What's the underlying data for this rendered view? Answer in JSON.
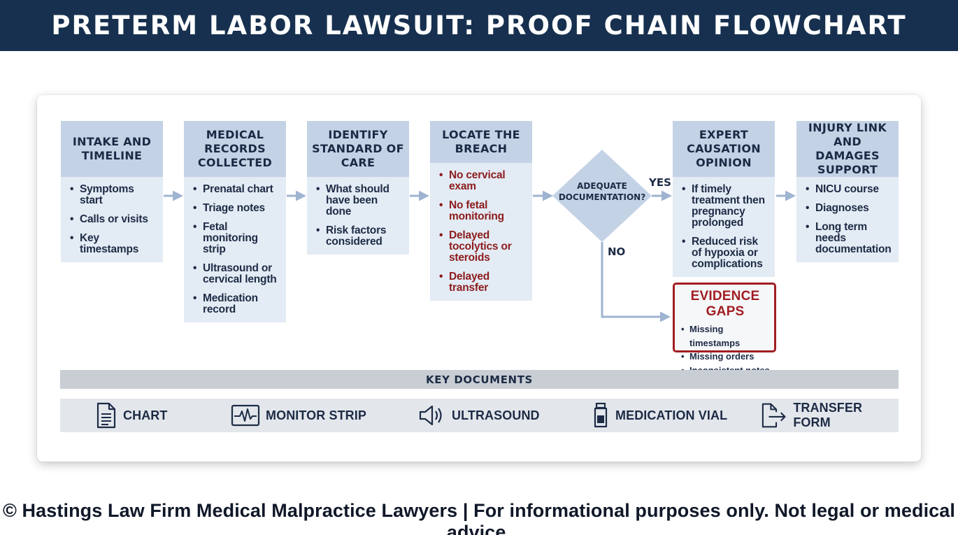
{
  "header": {
    "title": "PRETERM LABOR LAWSUIT: PROOF CHAIN FLOWCHART"
  },
  "steps": [
    {
      "title": "INTAKE AND TIMELINE",
      "items": [
        "Symptoms start",
        "Calls or visits",
        "Key timestamps"
      ]
    },
    {
      "title": "MEDICAL RECORDS COLLECTED",
      "items": [
        "Prenatal chart",
        "Triage notes",
        "Fetal monitoring strip",
        "Ultrasound or cervical length",
        "Medication record"
      ]
    },
    {
      "title": "IDENTIFY STANDARD OF CARE",
      "items": [
        "What should have been done",
        "Risk factors considered"
      ]
    },
    {
      "title": "LOCATE THE BREACH",
      "items": [
        "No cervical exam",
        "No fetal monitoring",
        "Delayed tocolytics or steroids",
        "Delayed transfer"
      ]
    },
    {
      "title": "EXPERT CAUSATION OPINION",
      "items": [
        "If timely treatment then pregnancy prolonged",
        "Reduced risk of hypoxia or complications"
      ]
    },
    {
      "title": "INJURY LINK AND DAMAGES SUPPORT",
      "items": [
        "NICU course",
        "Diagnoses",
        "Long term needs documentation"
      ]
    }
  ],
  "decision": {
    "question": "ADEQUATE DOCUMENTATION?",
    "yes": "YES",
    "no": "NO"
  },
  "evidence_gaps": {
    "title": "EVIDENCE GAPS",
    "items": [
      "Missing timestamps",
      "Missing orders",
      "Inconsistent notes"
    ]
  },
  "key_documents": {
    "title": "KEY DOCUMENTS",
    "items": [
      {
        "label": "CHART",
        "icon": "chart-document-icon"
      },
      {
        "label": "MONITOR STRIP",
        "icon": "monitor-strip-icon"
      },
      {
        "label": "ULTRASOUND",
        "icon": "ultrasound-icon"
      },
      {
        "label": "MEDICATION VIAL",
        "icon": "medication-vial-icon"
      },
      {
        "label": "TRANSFER FORM",
        "icon": "transfer-form-icon"
      }
    ]
  },
  "colors": {
    "header_bg": "#17304f",
    "step_head": "#c4d2e6",
    "step_body": "#e3ebf4",
    "breach_text": "#8c1c1c",
    "gaps_border": "#a11e22",
    "arrow": "#9fb4d1"
  },
  "footer": {
    "text": "© Hastings Law Firm Medical Malpractice Lawyers | For informational purposes only. Not legal or medical advice."
  }
}
